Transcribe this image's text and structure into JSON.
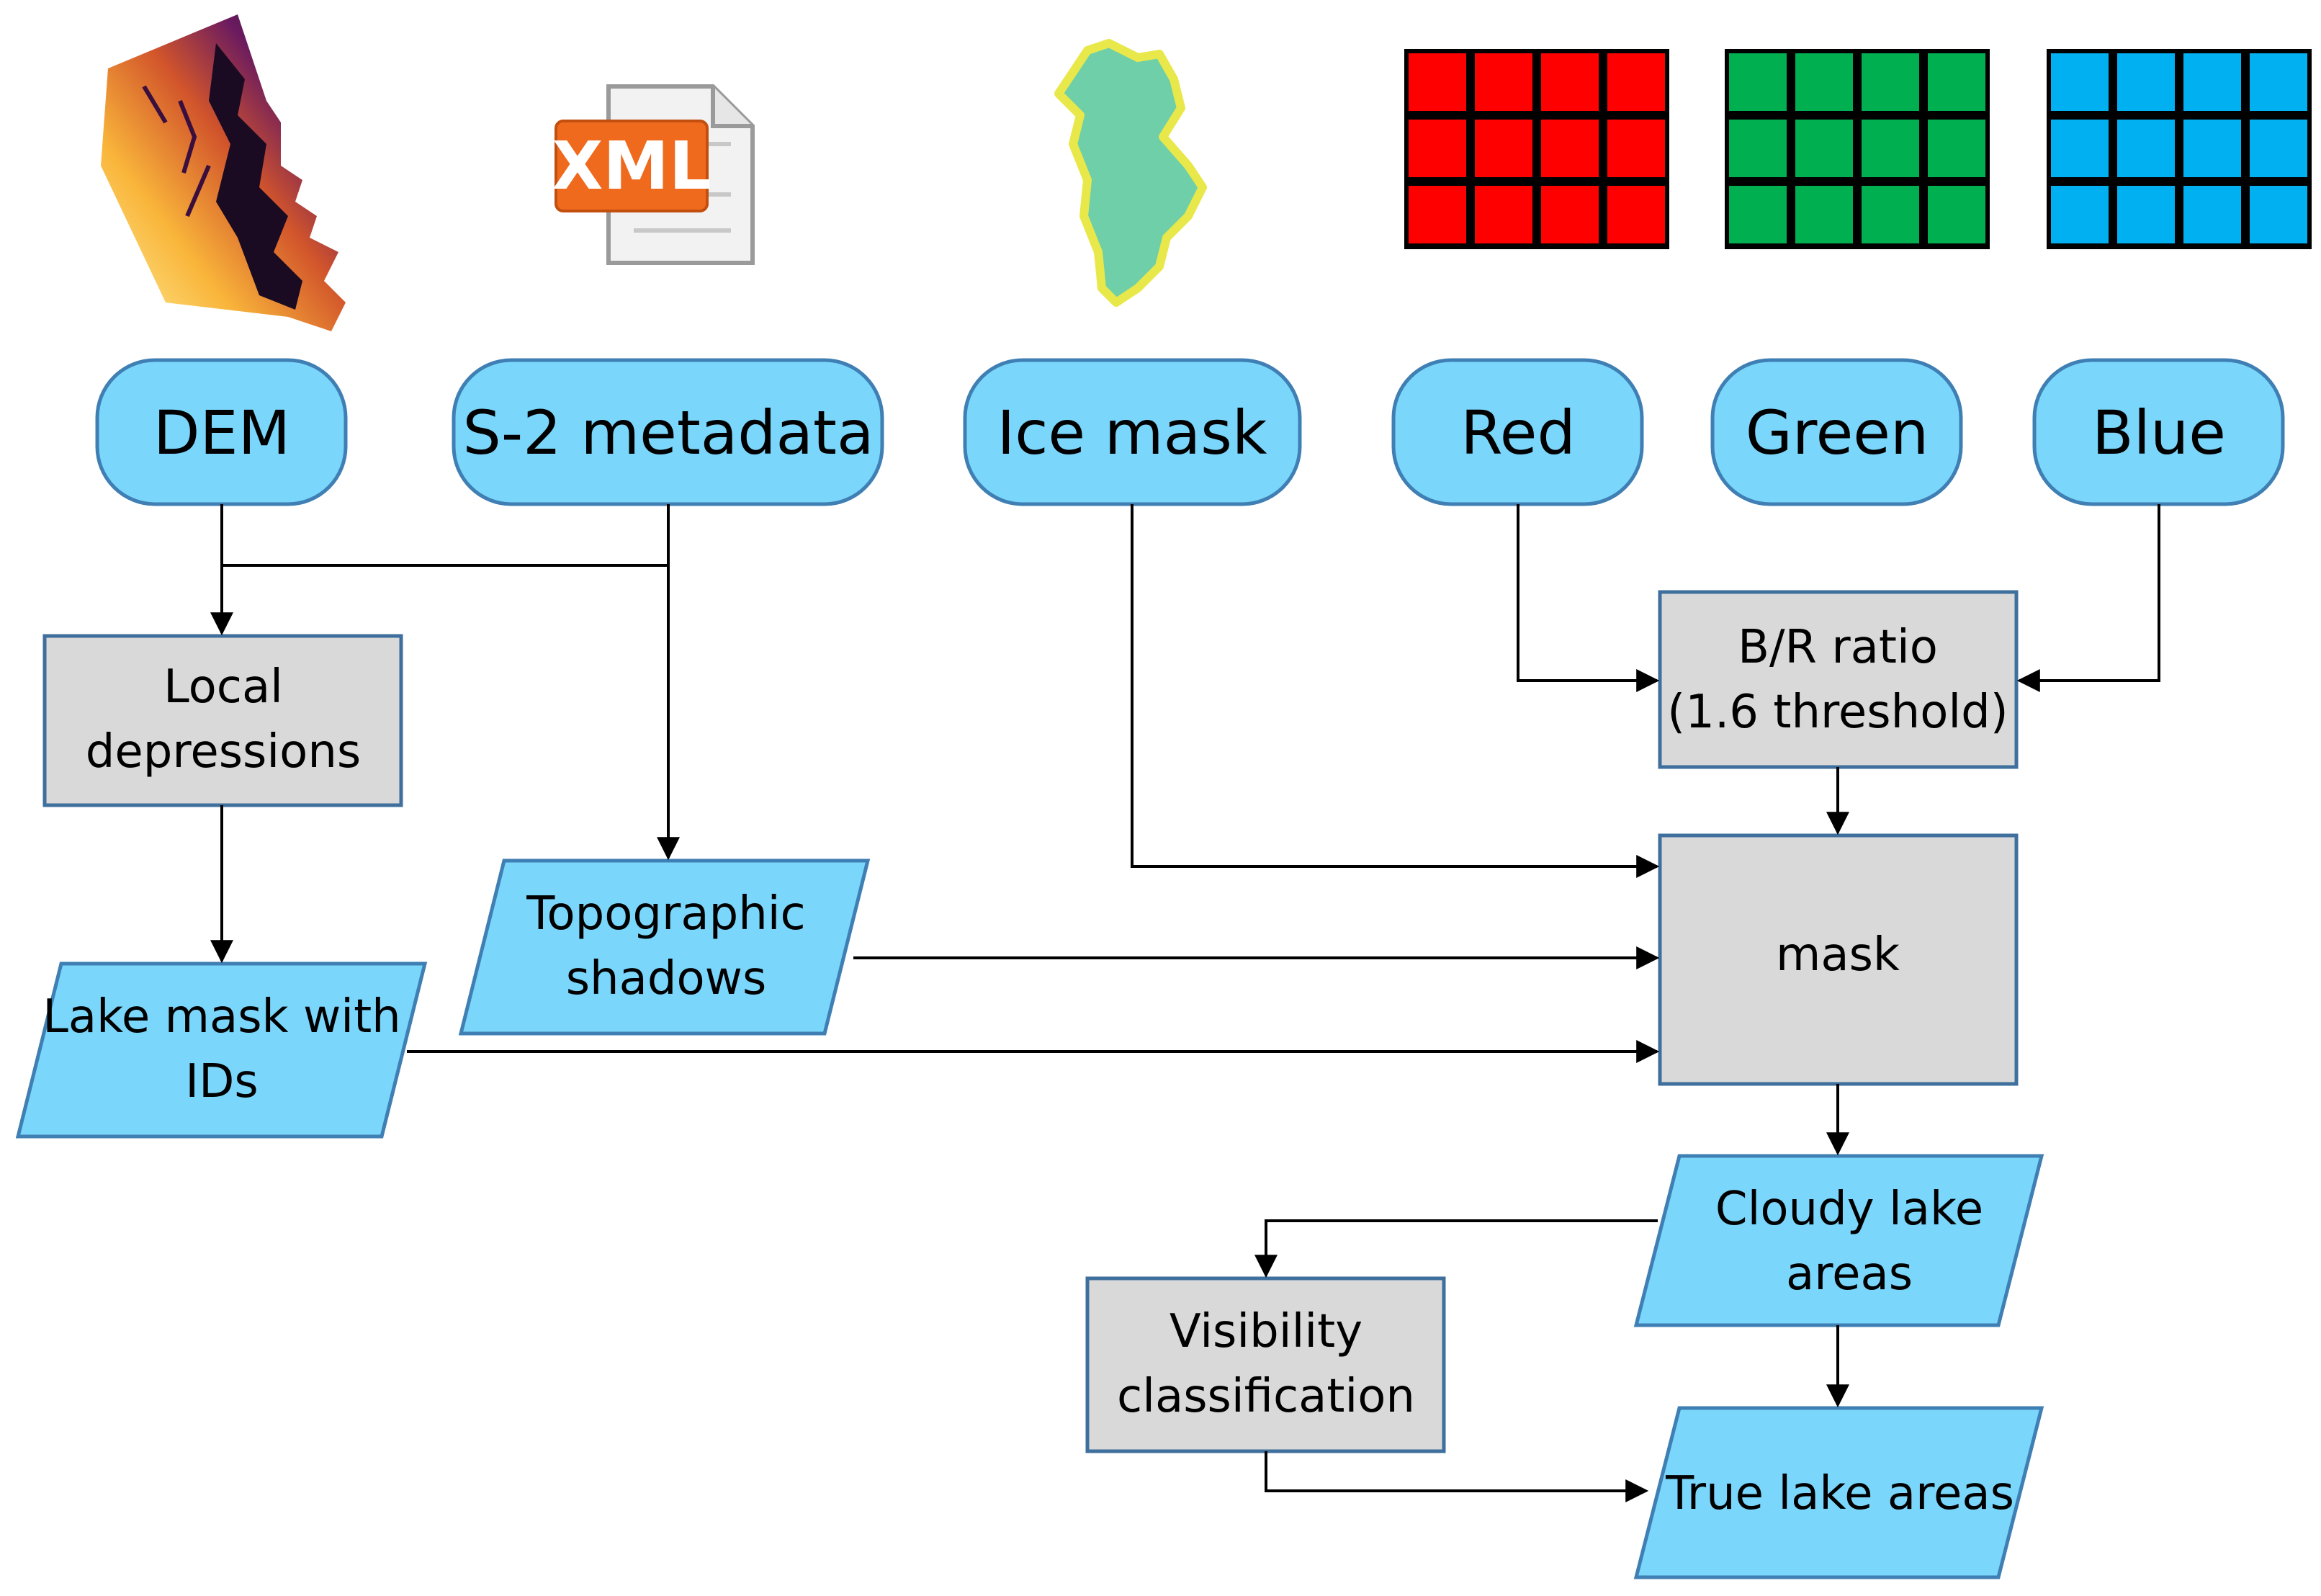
{
  "icons": {
    "dem": "dem-elevation-map",
    "xml": "xml-document",
    "ice": "greenland-ice-mask",
    "red": "red-band-grid",
    "green": "green-band-grid",
    "blue": "blue-band-grid",
    "xml_text": "XML"
  },
  "colors": {
    "input_fill": "#7ad6fb",
    "input_stroke": "#3f7fb3",
    "process_fill": "#d9d9d9",
    "process_stroke": "#3f6f9c",
    "red": "#ff0000",
    "green": "#00b050",
    "blue": "#00b0f0",
    "ice": "#6fcfa8",
    "ice_edge": "#e8e84a",
    "xml_orange": "#f06a1d",
    "arrow": "#000000"
  },
  "inputs": {
    "dem": "DEM",
    "s2": "S-2 metadata",
    "ice": "Ice mask",
    "red": "Red",
    "green": "Green",
    "blue": "Blue"
  },
  "process": {
    "local_dep_1": "Local",
    "local_dep_2": "depressions",
    "br_1": "B/R ratio",
    "br_2": "(1.6 threshold)",
    "mask": "mask",
    "vis_1": "Visibility",
    "vis_2": "classification"
  },
  "data_nodes": {
    "topo_1": "Topographic",
    "topo_2": "shadows",
    "lake_1": "Lake mask with",
    "lake_2": "IDs",
    "cloudy_1": "Cloudy lake",
    "cloudy_2": "areas",
    "true": "True lake areas"
  }
}
